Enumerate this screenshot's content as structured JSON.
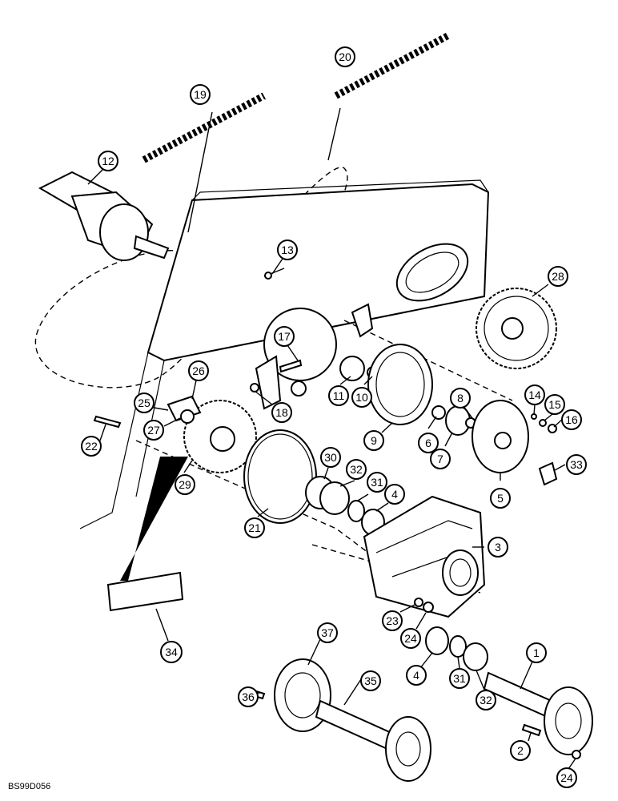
{
  "figure_code": "BS99D056",
  "callouts": [
    {
      "label": "1"
    },
    {
      "label": "2"
    },
    {
      "label": "3"
    },
    {
      "label": "4"
    },
    {
      "label": "4"
    },
    {
      "label": "5"
    },
    {
      "label": "6"
    },
    {
      "label": "7"
    },
    {
      "label": "8"
    },
    {
      "label": "9"
    },
    {
      "label": "10"
    },
    {
      "label": "11"
    },
    {
      "label": "12"
    },
    {
      "label": "13"
    },
    {
      "label": "14"
    },
    {
      "label": "15"
    },
    {
      "label": "16"
    },
    {
      "label": "17"
    },
    {
      "label": "18"
    },
    {
      "label": "19"
    },
    {
      "label": "20"
    },
    {
      "label": "21"
    },
    {
      "label": "22"
    },
    {
      "label": "23"
    },
    {
      "label": "24"
    },
    {
      "label": "24"
    },
    {
      "label": "25"
    },
    {
      "label": "26"
    },
    {
      "label": "27"
    },
    {
      "label": "28"
    },
    {
      "label": "29"
    },
    {
      "label": "30"
    },
    {
      "label": "31"
    },
    {
      "label": "31"
    },
    {
      "label": "32"
    },
    {
      "label": "32"
    },
    {
      "label": "33"
    },
    {
      "label": "34"
    },
    {
      "label": "35"
    },
    {
      "label": "36"
    },
    {
      "label": "37"
    }
  ]
}
